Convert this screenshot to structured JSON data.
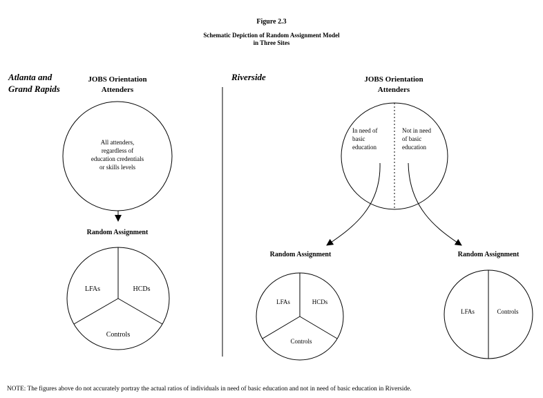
{
  "figure": {
    "number": "Figure 2.3",
    "title_line1": "Schematic Depiction of Random Assignment Model",
    "title_line2": "in Three Sites"
  },
  "left_site": {
    "site_line1": "Atlanta and",
    "site_line2": "Grand Rapids",
    "header_line1": "JOBS Orientation",
    "header_line2": "Attenders",
    "circle_text": [
      "All attenders,",
      "regardless of",
      "education credentials",
      "or skills levels"
    ],
    "assignment_label": "Random Assignment",
    "groups": {
      "a": "LFAs",
      "b": "HCDs",
      "c": "Controls"
    }
  },
  "right_site": {
    "site_name": "Riverside",
    "header_line1": "JOBS Orientation",
    "header_line2": "Attenders",
    "left_half_text": [
      "In need of",
      "basic",
      "education"
    ],
    "right_half_text": [
      "Not in need",
      "of basic",
      "education"
    ],
    "left_assignment": {
      "label": "Random Assignment",
      "groups": {
        "a": "LFAs",
        "b": "HCDs",
        "c": "Controls"
      }
    },
    "right_assignment": {
      "label": "Random Assignment",
      "groups": {
        "a": "LFAs",
        "b": "Controls"
      }
    }
  },
  "note": "NOTE: The figures above do not accurately portray the actual ratios of individuals in need of basic education and not in need of basic education in Riverside."
}
